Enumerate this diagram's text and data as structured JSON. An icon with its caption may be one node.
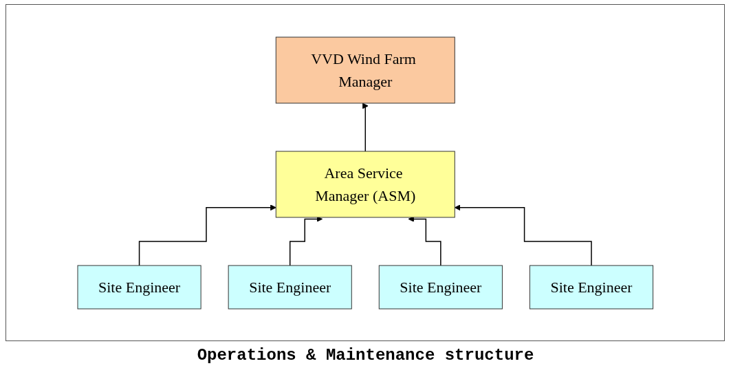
{
  "diagram": {
    "caption": "Operations & Maintenance structure",
    "nodes": [
      {
        "text": [
          "VVD Wind Farm Manager"
        ]
      },
      {
        "text": [
          "Area Service Manager (ASM)"
        ]
      },
      {
        "text": [
          "Site Engineer"
        ]
      },
      {
        "text": [
          "Site Engineer"
        ]
      },
      {
        "text": [
          "Site Engineer"
        ]
      },
      {
        "text": [
          "Site Engineer"
        ]
      }
    ],
    "edges": [
      {
        "from": 1,
        "to": 0,
        "arrow": "to"
      },
      {
        "from": 2,
        "to": 1,
        "arrow": "to"
      },
      {
        "from": 3,
        "to": 1,
        "arrow": "to"
      },
      {
        "from": 4,
        "to": 1,
        "arrow": "to"
      },
      {
        "from": 5,
        "to": 1,
        "arrow": "to"
      }
    ]
  }
}
